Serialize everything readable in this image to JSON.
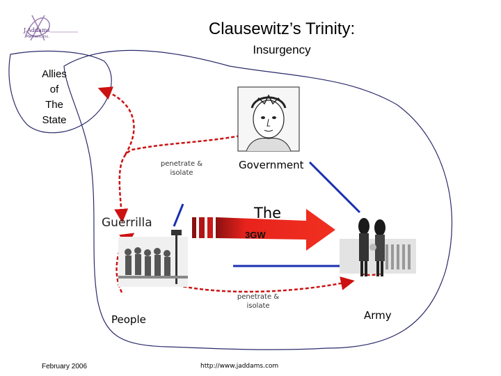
{
  "title": "Clausewitz’s Trinity:",
  "subtitle": "Insurgency",
  "allies_label": "Allies\nof\nThe\nState",
  "penetrate_top": "penetrate &\nisolate",
  "penetrate_bottom": "penetrate &\nisolate",
  "government_label": "Government",
  "guerrilla_label": "Guerrilla",
  "state_label": "The",
  "arrow_label": "3GW",
  "people_label": "People",
  "army_label": "Army",
  "date": "February 2006",
  "url": "http://www.jaddams.com",
  "colors": {
    "dashed_arrow": "#cc1111",
    "blue_line": "#1a2fb0",
    "big_arrow": "#e8231c",
    "boundary": "#2a2a6a"
  }
}
